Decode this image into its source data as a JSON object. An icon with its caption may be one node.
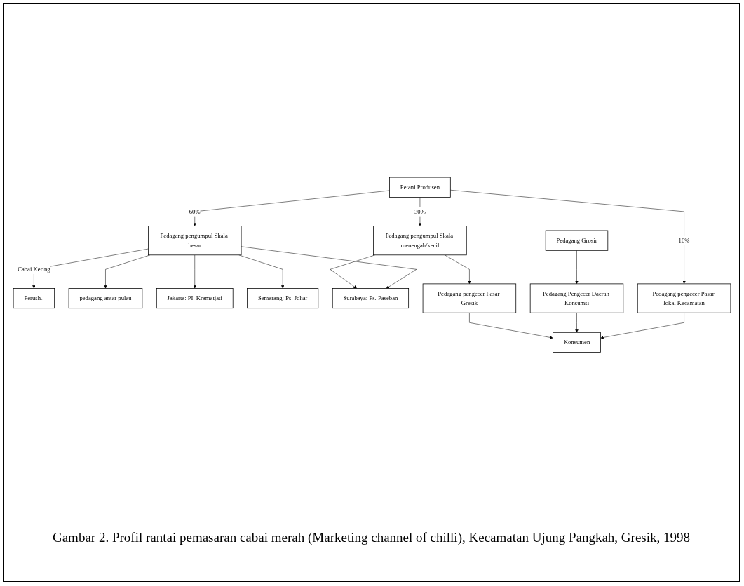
{
  "diagram": {
    "caption": "Gambar 2. Profil rantai pemasaran cabai merah (Marketing channel of chilli), Kecamatan Ujung Pangkah, Gresik, 1998",
    "nodes": [
      {
        "text": [
          "Petani Produsen"
        ]
      },
      {
        "text": [
          "Pedagang pengumpul Skala menengah/kecil"
        ]
      },
      {
        "text": [
          "Perush.."
        ]
      },
      {
        "text": [
          "Pedagang pengumpul Skala besar"
        ]
      },
      {
        "text": [
          "pedagang antar pulau"
        ]
      },
      {
        "text": [
          "Jakarta: PI. Kramatjati"
        ]
      },
      {
        "text": [
          "Semarang: Ps. Johar"
        ]
      },
      {
        "text": [
          "Surabaya: Ps. Paseban"
        ]
      },
      {
        "text": [
          "Pedagang Grosir"
        ]
      },
      {
        "text": [
          "Pedagang pengecer Pasar lokal Kecamatan"
        ]
      },
      {
        "text": [
          "Pedagang Pengecer Daerah Konsumsi"
        ]
      },
      {
        "text": [
          "Pedagang pengecer Pasar Gresik"
        ]
      },
      {
        "text": [
          "Konsumen"
        ]
      }
    ],
    "edges": [
      {
        "from": 0,
        "to": 9,
        "arrow": "to",
        "label": "10%"
      },
      {
        "from": 0,
        "to": 1,
        "arrow": "to",
        "label": "30%"
      },
      {
        "from": 0,
        "to": 3,
        "arrow": "to",
        "label": "60%"
      },
      {
        "from": 3,
        "to": 2,
        "arrow": "to",
        "label": "Cabai Kering"
      },
      {
        "from": 3,
        "to": 4,
        "arrow": "to"
      },
      {
        "from": 3,
        "to": 5,
        "arrow": "to"
      },
      {
        "from": 3,
        "to": 6,
        "arrow": "to"
      },
      {
        "from": 3,
        "to": 7,
        "arrow": "to"
      },
      {
        "from": 1,
        "to": 7,
        "arrow": "to"
      },
      {
        "from": 1,
        "to": 11,
        "arrow": "to"
      },
      {
        "from": 8,
        "to": 10,
        "arrow": "to"
      },
      {
        "from": 9,
        "to": 12,
        "arrow": "to"
      },
      {
        "from": 10,
        "to": 12,
        "arrow": "to"
      },
      {
        "from": 11,
        "to": 12,
        "arrow": "to"
      }
    ]
  }
}
